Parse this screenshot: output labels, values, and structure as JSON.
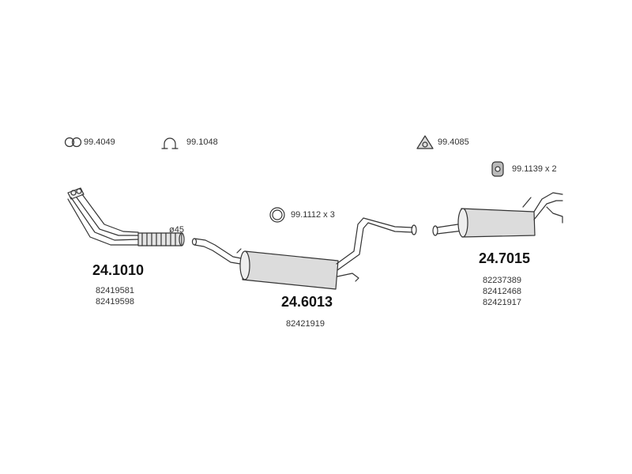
{
  "hardware": [
    {
      "code": "99.4049",
      "icon": "double-ring-clamp-icon"
    },
    {
      "code": "99.1048",
      "icon": "u-clamp-icon"
    },
    {
      "code": "99.4085",
      "icon": "triangle-hanger-icon"
    },
    {
      "code": "99.1139 x 2",
      "icon": "rubber-mount-icon"
    },
    {
      "code": "99.1112 x 3",
      "icon": "ring-gasket-icon"
    }
  ],
  "parts": [
    {
      "number": "24.1010",
      "oem": [
        "82419581",
        "82419598"
      ],
      "label": "ø45"
    },
    {
      "number": "24.6013",
      "oem": [
        "82421919"
      ]
    },
    {
      "number": "24.7015",
      "oem": [
        "82237389",
        "82412468",
        "82421917"
      ]
    }
  ]
}
